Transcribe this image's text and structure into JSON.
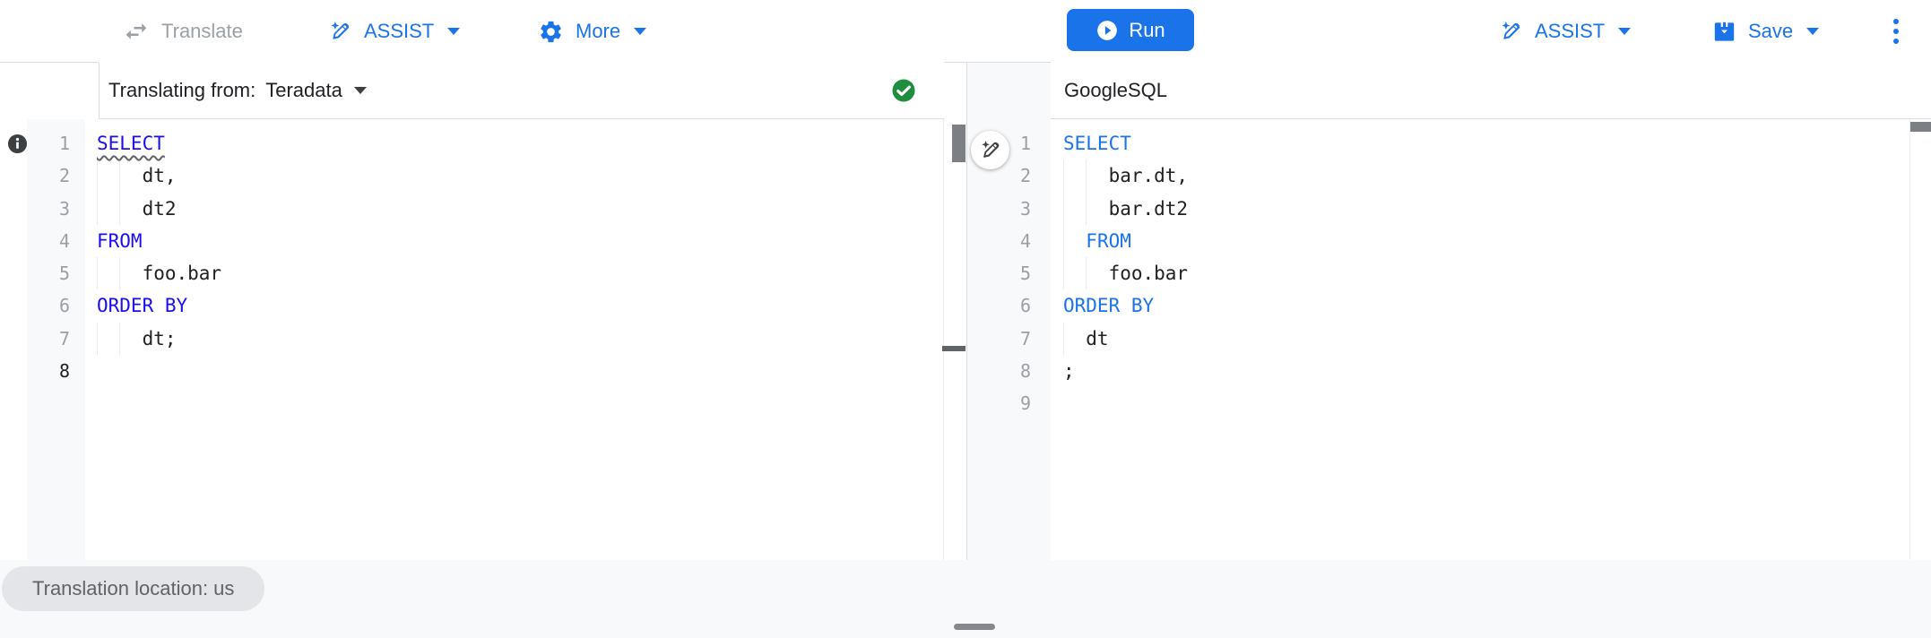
{
  "toolbar": {
    "translate_label": "Translate",
    "assist_label": "ASSIST",
    "more_label": "More",
    "run_label": "Run",
    "assist_right_label": "ASSIST",
    "save_label": "Save",
    "kebab_menu": "more-options"
  },
  "left_panel": {
    "header_label": "Translating from:",
    "source_dialect": "Teradata",
    "status": "translation-success",
    "editor": {
      "lines": [
        {
          "num": 1,
          "guides": 0,
          "active": false,
          "tokens": [
            {
              "k": "kw",
              "t": "SELECT",
              "sq": true
            }
          ]
        },
        {
          "num": 2,
          "guides": 2,
          "active": false,
          "tokens": [
            {
              "k": "pt",
              "t": "    dt,"
            }
          ]
        },
        {
          "num": 3,
          "guides": 2,
          "active": false,
          "tokens": [
            {
              "k": "pt",
              "t": "    dt2"
            }
          ]
        },
        {
          "num": 4,
          "guides": 0,
          "active": false,
          "tokens": [
            {
              "k": "kw",
              "t": "FROM"
            }
          ]
        },
        {
          "num": 5,
          "guides": 2,
          "active": false,
          "tokens": [
            {
              "k": "pt",
              "t": "    foo.bar"
            }
          ]
        },
        {
          "num": 6,
          "guides": 0,
          "active": false,
          "tokens": [
            {
              "k": "kw",
              "t": "ORDER BY"
            }
          ]
        },
        {
          "num": 7,
          "guides": 2,
          "active": false,
          "tokens": [
            {
              "k": "pt",
              "t": "    dt;"
            }
          ]
        },
        {
          "num": 8,
          "guides": 0,
          "active": true,
          "tokens": []
        }
      ]
    }
  },
  "right_panel": {
    "header_label": "GoogleSQL",
    "editor": {
      "lines": [
        {
          "num": 1,
          "guides": 0,
          "active": false,
          "tokens": [
            {
              "k": "kw",
              "t": "SELECT"
            }
          ]
        },
        {
          "num": 2,
          "guides": 2,
          "active": false,
          "tokens": [
            {
              "k": "pt",
              "t": "    bar.dt,"
            }
          ]
        },
        {
          "num": 3,
          "guides": 2,
          "active": false,
          "tokens": [
            {
              "k": "pt",
              "t": "    bar.dt2"
            }
          ]
        },
        {
          "num": 4,
          "guides": 1,
          "active": false,
          "tokens": [
            {
              "k": "pt",
              "t": "  "
            },
            {
              "k": "kw",
              "t": "FROM"
            }
          ]
        },
        {
          "num": 5,
          "guides": 2,
          "active": false,
          "tokens": [
            {
              "k": "pt",
              "t": "    foo.bar"
            }
          ]
        },
        {
          "num": 6,
          "guides": 0,
          "active": false,
          "tokens": [
            {
              "k": "kw",
              "t": "ORDER BY"
            }
          ]
        },
        {
          "num": 7,
          "guides": 1,
          "active": false,
          "tokens": [
            {
              "k": "pt",
              "t": "  dt"
            }
          ]
        },
        {
          "num": 8,
          "guides": 0,
          "active": false,
          "tokens": [
            {
              "k": "pt",
              "t": ";"
            }
          ]
        },
        {
          "num": 9,
          "guides": 0,
          "active": false,
          "tokens": []
        }
      ]
    }
  },
  "footer": {
    "location_chip": "Translation location: us"
  },
  "icons": {
    "translate": "swap-horizontal-icon",
    "assist": "magic-pencil-icon",
    "more": "gear-icon",
    "run": "play-circle-icon",
    "save": "save-box-down-arrow-icon",
    "status": "green-check-circle-icon",
    "margin": "info-circle-icon",
    "floating": "magic-pencil-icon"
  },
  "colors": {
    "accent_blue": "#1a73e8",
    "keyword_blue_left": "#1b0df0",
    "keyword_blue_right": "#1a73e8",
    "success_green": "#1e8e3e",
    "disabled_gray": "#9aa0a6",
    "code_text": "#202124",
    "gutter_bg": "#f8f9fa",
    "chip_bg": "#e3e5e8"
  }
}
